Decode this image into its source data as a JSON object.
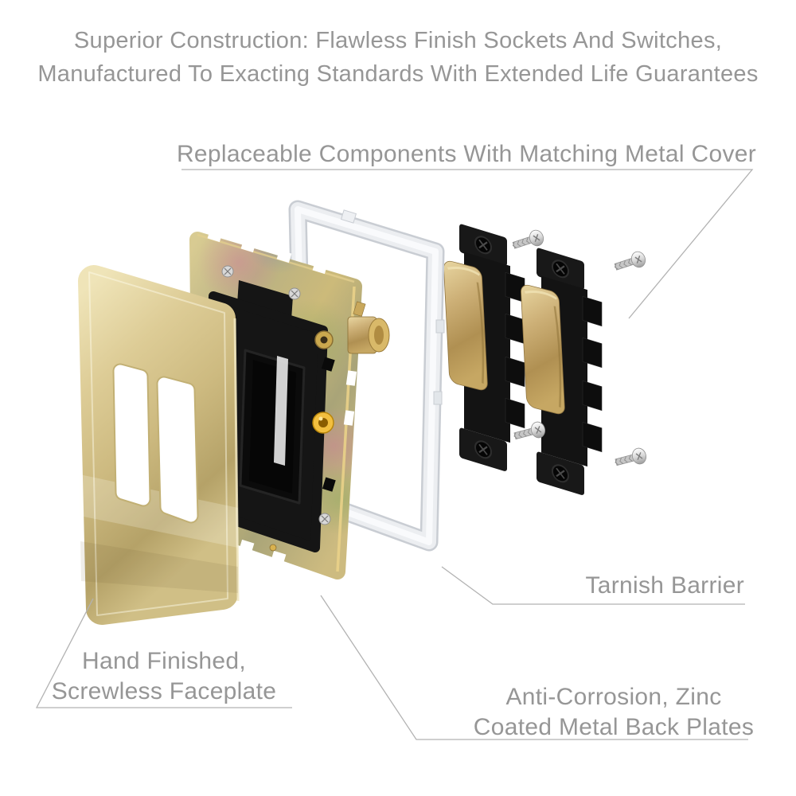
{
  "page": {
    "background_color": "#ffffff",
    "text_color": "#969696",
    "leader_line_color": "#b2b2b2"
  },
  "heading": {
    "line1": "Superior Construction: Flawless Finish Sockets And Switches,",
    "line2": "Manufactured To Exacting Standards With Extended Life Guarantees"
  },
  "callouts": {
    "metal_cover": {
      "label": "Replaceable Components With Matching Metal Cover"
    },
    "tarnish_barrier": {
      "label": "Tarnish Barrier"
    },
    "faceplate": {
      "line1": "Hand Finished,",
      "line2": "Screwless Faceplate"
    },
    "back_plates": {
      "line1": "Anti-Corrosion, Zinc",
      "line2": "Coated Metal Back Plates"
    }
  },
  "diagram": {
    "components": {
      "faceplate": "brushed-brass-screwless-faceplate",
      "back_plate": "zinc-coated-metal-back-plate",
      "tarnish_barrier": "clear-tarnish-barrier-frame",
      "switches": "two-brass-rocker-switch-modules",
      "screws": "four-fixing-screws"
    },
    "colors": {
      "brass": "#d5c38a",
      "zinc": "#bfb47e",
      "module_black": "#141414",
      "clear_frame": "#eef0f3",
      "screw_silver": "#d6d6d6"
    }
  }
}
